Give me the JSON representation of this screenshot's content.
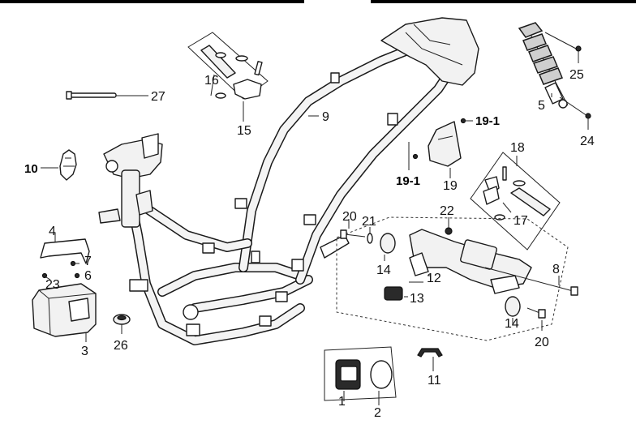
{
  "diagram": {
    "labels": {
      "l1": "1",
      "l2": "2",
      "l3": "3",
      "l4": "4",
      "l5": "5",
      "l6": "6",
      "l7": "7",
      "l8": "8",
      "l9": "9",
      "l10": "10",
      "l11": "11",
      "l12": "12",
      "l13": "13",
      "l14a": "14",
      "l14b": "14",
      "l15": "15",
      "l16": "16",
      "l17": "17",
      "l18": "18",
      "l19": "19",
      "l19_1a": "19-1",
      "l19_1b": "19-1",
      "l20a": "20",
      "l20b": "20",
      "l21": "21",
      "l22": "22",
      "l23": "23",
      "l24": "24",
      "l25": "25",
      "l26": "26",
      "l27": "27"
    }
  }
}
